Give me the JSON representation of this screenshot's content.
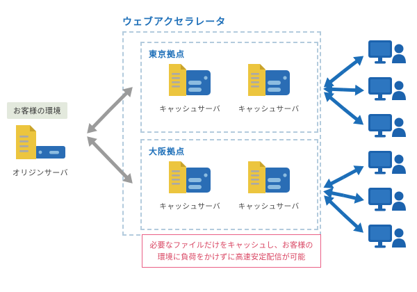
{
  "title": "ウェブアクセラレータ",
  "customer": {
    "env_label": "お客様の環境",
    "origin_server_label": "オリジンサーバ"
  },
  "accelerator": {
    "sites": [
      {
        "name": "東京拠点",
        "servers": [
          {
            "label": "キャッシュサーバ"
          },
          {
            "label": "キャッシュサーバ"
          }
        ]
      },
      {
        "name": "大阪拠点",
        "servers": [
          {
            "label": "キャッシュサーバ"
          },
          {
            "label": "キャッシュサーバ"
          }
        ]
      }
    ]
  },
  "clients": {
    "count": 6,
    "icon": "monitor-user-icon"
  },
  "note": {
    "line1": "必要なファイルだけをキャッシュし、お客様の",
    "line2": "環境に負荷をかけずに高速安定配信が可能"
  },
  "colors": {
    "accent_blue": "#1c6eb8",
    "icon_blue": "#2a6db5",
    "icon_blue_light": "#8cbce0",
    "doc_yellow": "#ecc53e",
    "doc_fold_yellow": "#c9a32b",
    "arrow_gray": "#9b9b9b",
    "dashed_border": "#b3cbdd",
    "note_border": "#ea5f85",
    "note_text": "#d94562",
    "env_label_bg": "#e3e9dd"
  }
}
